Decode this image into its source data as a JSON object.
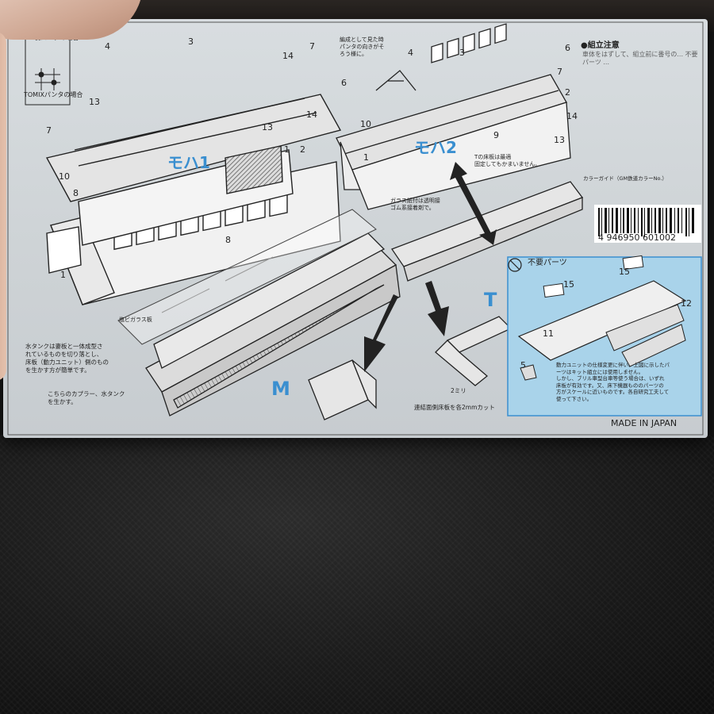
{
  "box": {
    "made_in": "MADE IN JAPAN",
    "barcode_digits": "4 946950 601002",
    "assembly_title": "●組立注意",
    "assembly_text": "車体をはずして、組立前に番号の... 不要パーツ ...",
    "car1_label": "モハ1",
    "car2_label": "モハ2",
    "label_M": "M",
    "label_T": "T",
    "unused_parts_title": "不要パーツ",
    "top_left_note": "GM製パンタの場合",
    "tomix_note": "TOMIXパンタの場合",
    "pantograph_note": "編成として見た時\nパンタの向きがそ\nろう様に。",
    "floor_note": "Tの床板は最適\n固定してもかまいません。",
    "glass_note": "ガラス紙付は透明接\nゴム系接着剤で。",
    "glass_plate_note": "塩ビガラス板",
    "water_tank_note": "水タンクは妻板と一体成型さ\nれているものを切り落とし、\n床板（動力ユニット）側のもの\nを生かす方が簡単です。",
    "coupler_note": "こちらのカプラー、水タンク\nを生かす。",
    "cut_note": "連結面側床板を各2mmカット",
    "two_mm": "2ミリ",
    "power_unit_note": "動力ユニットの仕様変更に伴い、上図に示したパ\nーツはキット組立には使用しません。\nしかし、ブリル車型台車等使う場合は、いずれ\n床板が有効です。又、床下機器もののパーツの\n方がスケールに近いものです。各自研究工夫して\n使って下さい。",
    "color_guide": "カラーガイド（GM鉄道カラーNo.）",
    "part_numbers": [
      "1",
      "2",
      "3",
      "4",
      "5",
      "6",
      "7",
      "8",
      "9",
      "10",
      "11",
      "12",
      "13",
      "14",
      "15"
    ]
  },
  "colors": {
    "box_bg": "#d3d8db",
    "line": "#222222",
    "accent_blue": "#3a8fd0",
    "panel_blue": "#a9d3ea"
  }
}
